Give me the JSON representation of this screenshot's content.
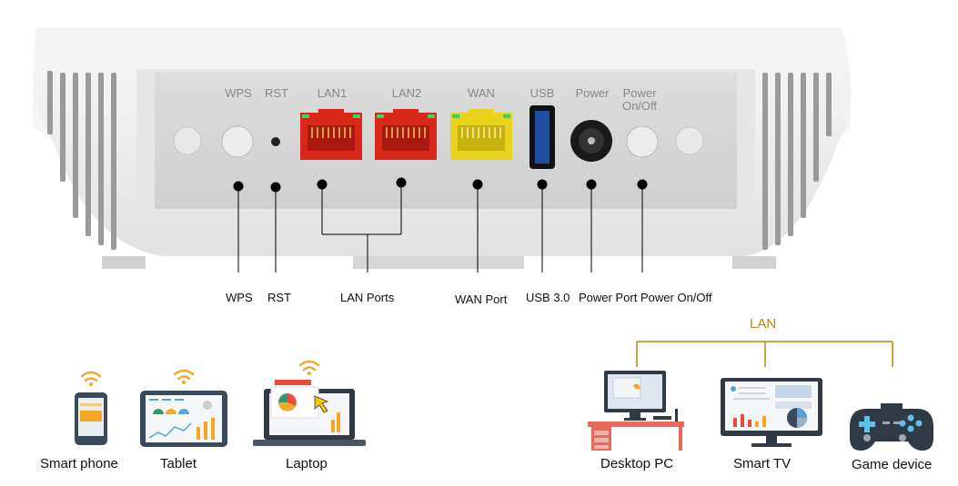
{
  "router": {
    "port_labels": {
      "wps": "WPS",
      "rst": "RST",
      "lan1": "LAN1",
      "lan2": "LAN2",
      "wan": "WAN",
      "usb": "USB",
      "power": "Power",
      "power_onoff": "Power On/Off"
    },
    "callouts": {
      "wps": "WPS",
      "rst": "RST",
      "lan_ports": "LAN Ports",
      "wan_port": "WAN Port",
      "usb": "USB 3.0",
      "power_port": "Power Port",
      "power_onoff": "Power On/Off"
    },
    "colors": {
      "lan_port": "#d9281a",
      "wan_port": "#e8d21c",
      "usb_port": "#1f4fa0"
    }
  },
  "wireless_devices": [
    {
      "label": "Smart phone",
      "icon": "smartphone-icon"
    },
    {
      "label": "Tablet",
      "icon": "tablet-icon"
    },
    {
      "label": "Laptop",
      "icon": "laptop-icon"
    }
  ],
  "lan_group": {
    "label": "LAN",
    "devices": [
      {
        "label": "Desktop PC",
        "icon": "desktop-pc-icon"
      },
      {
        "label": "Smart TV",
        "icon": "smart-tv-icon"
      },
      {
        "label": "Game device",
        "icon": "game-controller-icon"
      }
    ]
  }
}
